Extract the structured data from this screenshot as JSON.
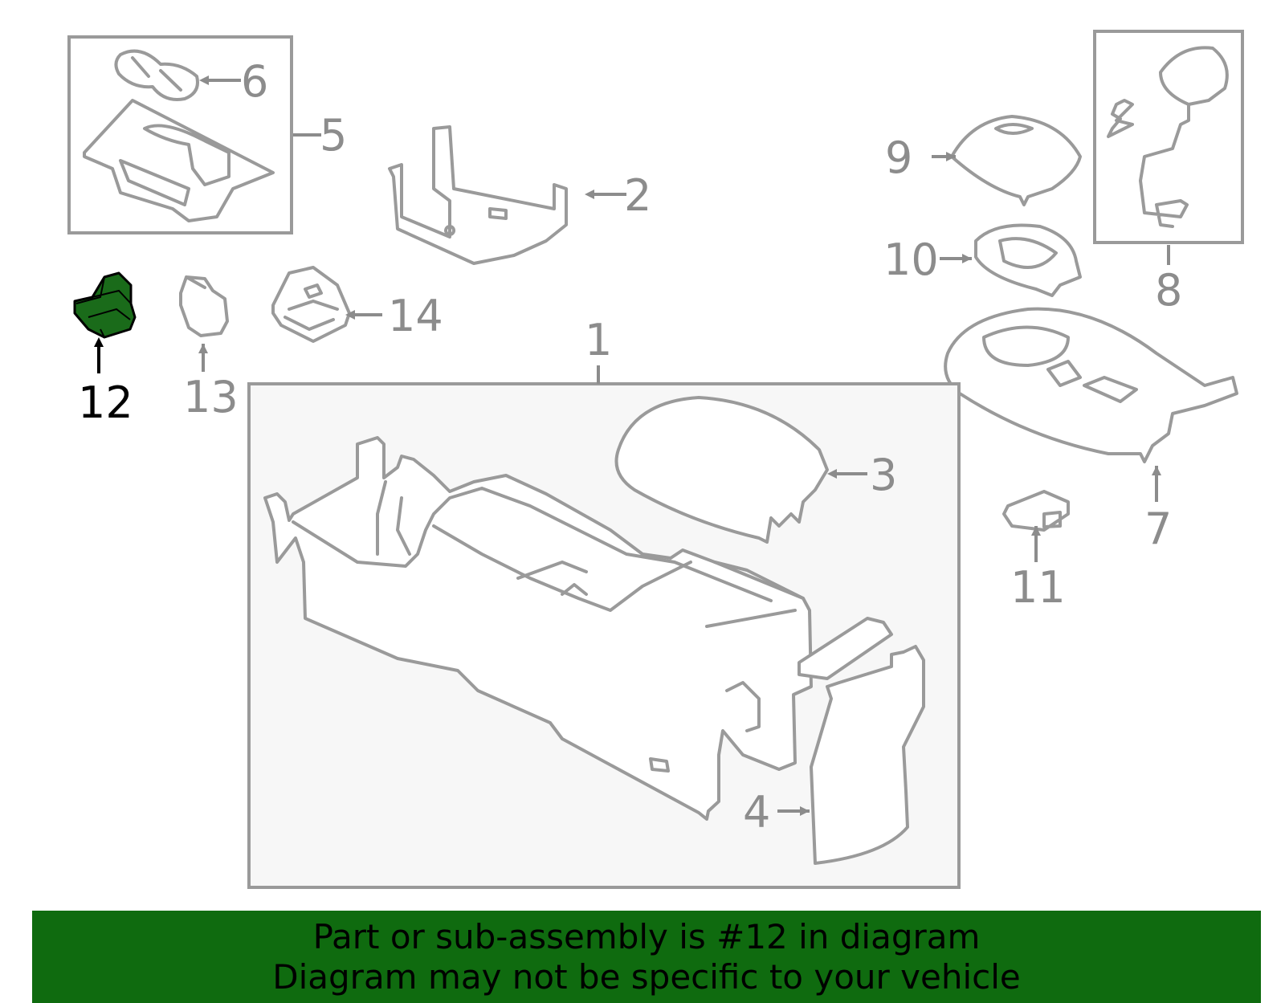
{
  "diagram": {
    "callouts": [
      {
        "id": "1",
        "label": "1"
      },
      {
        "id": "2",
        "label": "2"
      },
      {
        "id": "3",
        "label": "3"
      },
      {
        "id": "4",
        "label": "4"
      },
      {
        "id": "5",
        "label": "5"
      },
      {
        "id": "6",
        "label": "6"
      },
      {
        "id": "7",
        "label": "7"
      },
      {
        "id": "8",
        "label": "8"
      },
      {
        "id": "9",
        "label": "9"
      },
      {
        "id": "10",
        "label": "10"
      },
      {
        "id": "11",
        "label": "11"
      },
      {
        "id": "12",
        "label": "12"
      },
      {
        "id": "13",
        "label": "13"
      },
      {
        "id": "14",
        "label": "14"
      }
    ],
    "highlighted_part": "12",
    "colors": {
      "line": "#9a9a9a",
      "highlight_fill": "#1a6b1a",
      "banner_bg": "#0f6b0f",
      "box_fill": "#f7f7f7"
    }
  },
  "banner": {
    "line1": "Part or sub-assembly is #12 in diagram",
    "line2": "Diagram may not be specific to your vehicle"
  }
}
